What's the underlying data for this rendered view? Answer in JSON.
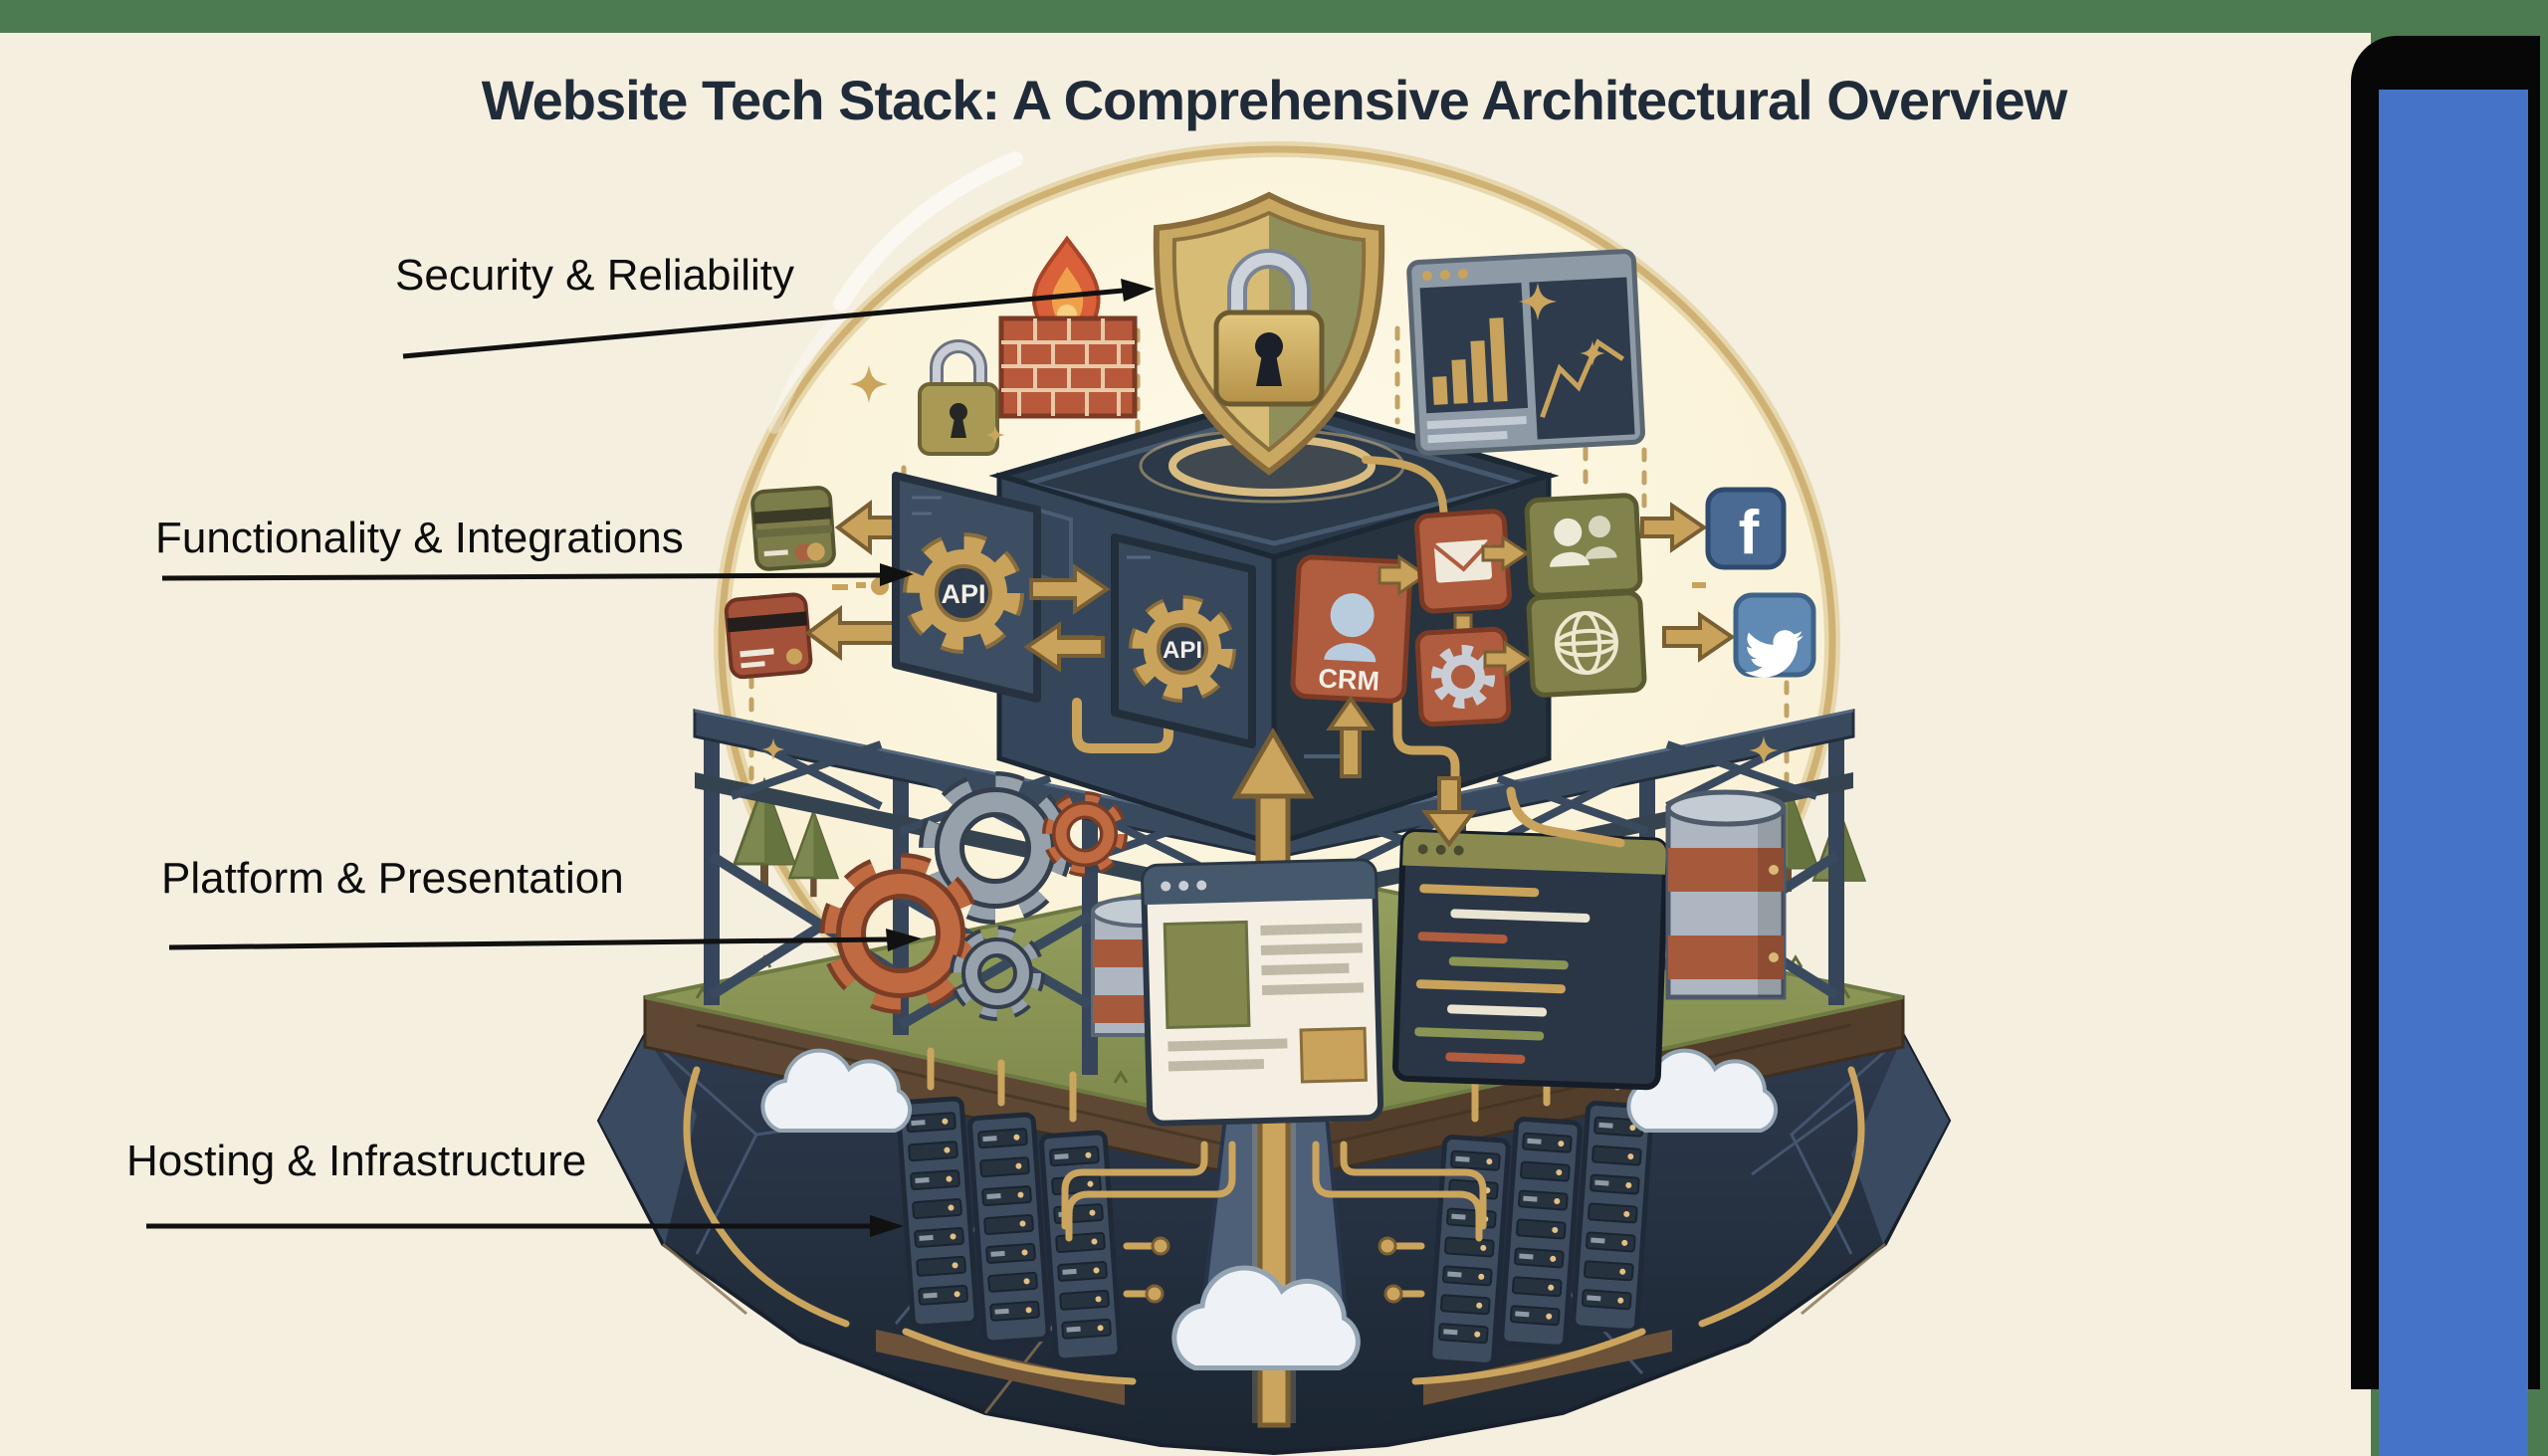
{
  "slide": {
    "title": "Website Tech Stack: A Comprehensive Architectural Overview",
    "title_color": "#202B3A",
    "background": "#F5EFE0"
  },
  "labels": [
    {
      "text": "Security & Reliability"
    },
    {
      "text": "Functionality & Integrations"
    },
    {
      "text": "Platform & Presentation"
    },
    {
      "text": "Hosting & Infrastructure"
    }
  ],
  "diagram": {
    "api_panel_1_label": "API",
    "api_panel_2_label": "API",
    "crm_label": "CRM",
    "facebook_glyph": "f",
    "icons": [
      "shield-lock",
      "padlock",
      "firewall-flame",
      "analytics-dashboard",
      "credit-card",
      "api-gear",
      "crm-contact",
      "email-envelope",
      "settings-gear",
      "users",
      "globe",
      "facebook",
      "twitter",
      "browser-window",
      "code-editor",
      "database-stack",
      "server-rack",
      "cloud",
      "tree",
      "sparkle"
    ],
    "colors": {
      "gold": "#C9A35C",
      "navy": "#35465A",
      "rust": "#B05C3F",
      "olive": "#82824C",
      "grass": "#8C9457",
      "soil": "#5E4833",
      "rock": "#2A3547",
      "dome_rim": "#CFB173"
    }
  },
  "chrome": {
    "desktop_color": "#4C7B50",
    "blue_bar_color": "#4573C7",
    "frame_color": "#070707"
  }
}
